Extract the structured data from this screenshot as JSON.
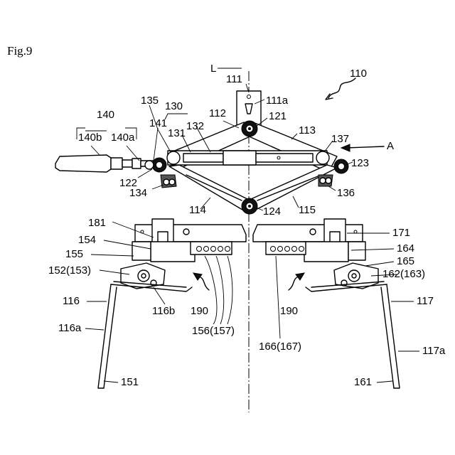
{
  "figure_title": "Fig.9",
  "labels": {
    "l110": "110",
    "lL": "L",
    "l111": "111",
    "l111a": "111a",
    "l140": "140",
    "l140a": "140a",
    "l140b": "140b",
    "l135": "135",
    "l130": "130",
    "l141": "141",
    "l131": "131",
    "l132": "132",
    "l112": "112",
    "l121": "121",
    "l113": "113",
    "l137": "137",
    "lA": "A",
    "l123": "123",
    "l122": "122",
    "l134": "134",
    "l136": "136",
    "l114": "114",
    "l124": "124",
    "l115": "115",
    "l181": "181",
    "l171": "171",
    "l154": "154",
    "l164": "164",
    "l155": "155",
    "l165": "165",
    "l152": "152(153)",
    "l162": "162(163)",
    "l116": "116",
    "l117": "117",
    "l116b": "116b",
    "l190a": "190",
    "l190b": "190",
    "l116a": "116a",
    "l117a": "117a",
    "l156": "156(157)",
    "l166": "166(167)",
    "l151": "151",
    "l161": "161"
  }
}
